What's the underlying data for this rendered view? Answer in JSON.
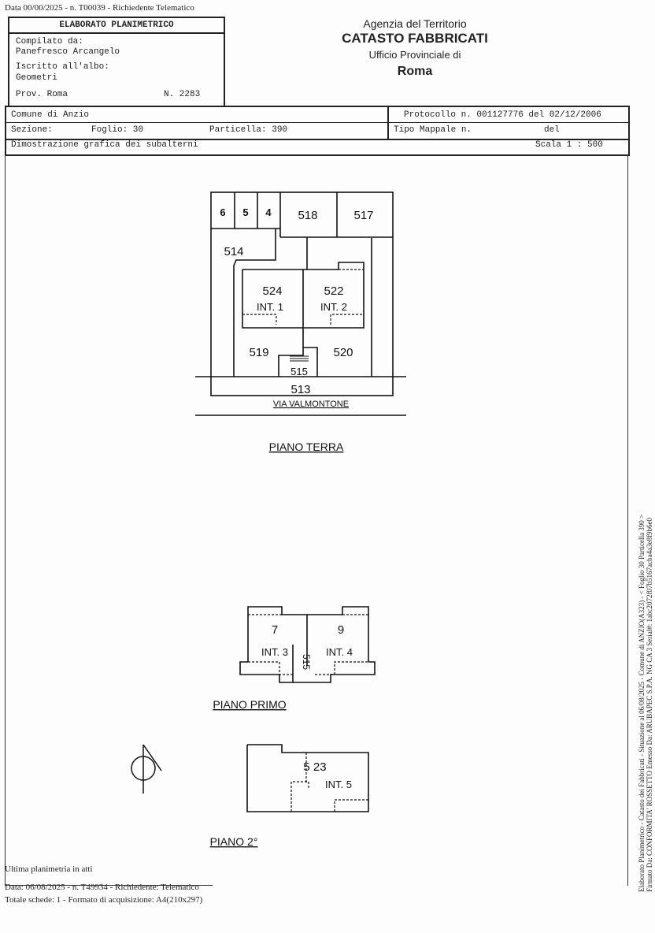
{
  "top_note": "Data 00/00/2025 - n. T00039 - Richiedente Telematico",
  "left_box": {
    "title": "ELABORATO PLANIMETRICO",
    "compiled_label": "Compilato da:",
    "compiled_name": "Panefresco Arcangelo",
    "registered_label": "Iscritto all'albo:",
    "registered_value": "Geometri",
    "province": "Prov. Roma",
    "number": "N.  2283"
  },
  "agency": {
    "line1": "Agenzia del Territorio",
    "line2": "CATASTO FABBRICATI",
    "line3": "Ufficio Provinciale di",
    "line4": "Roma"
  },
  "info": {
    "comune": "Comune di Anzio",
    "sezione": "Sezione:",
    "foglio": "Foglio: 30",
    "particella": "Particella: 390",
    "protocollo": "Protocollo n. 001127776 del 02/12/2006",
    "tipo_mappale": "Tipo Mappale n.",
    "del": "del",
    "dimostrazione": "Dimostrazione grafica dei subalterni",
    "scala": "Scala 1 : 500"
  },
  "plans": {
    "ground": {
      "title": "PIANO  TERRA",
      "street": "VIA VALMONTONE",
      "labels": [
        "6",
        "5",
        "4",
        "518",
        "517",
        "514",
        "524",
        "INT. 1",
        "522",
        "INT. 2",
        "519",
        "520",
        "515",
        "513"
      ]
    },
    "first": {
      "title": "PIANO  PRIMO",
      "labels": [
        "7",
        "9",
        "INT. 3",
        "INT. 4",
        "515"
      ]
    },
    "second": {
      "title": "PIANO 2°",
      "labels": [
        "5 23",
        "INT. 5"
      ]
    }
  },
  "bottom": {
    "last_plan": "Ultima planimetria in atti",
    "line1": "Data: 06/08/2025 - n. T49934 - Richiedente: Telematico",
    "line2": "Totale schede: 1 - Formato di acquisizione: A4(210x297)"
  },
  "side": {
    "line1": "Elaborato Planimetrico - Catasto dei Fabbricati - Situazione al 06/08/2025 - Comune di ANZIO(A323) - < Foglio 30 Particella 390 >",
    "line2": "Firmato Da: CONFORMITA' ROSSETTO Emesso Da: ARUBAPEC S.P.A. NG CA 3 Serial#: 1abc2072f07b5167acba4a3e8f9b6e0"
  }
}
